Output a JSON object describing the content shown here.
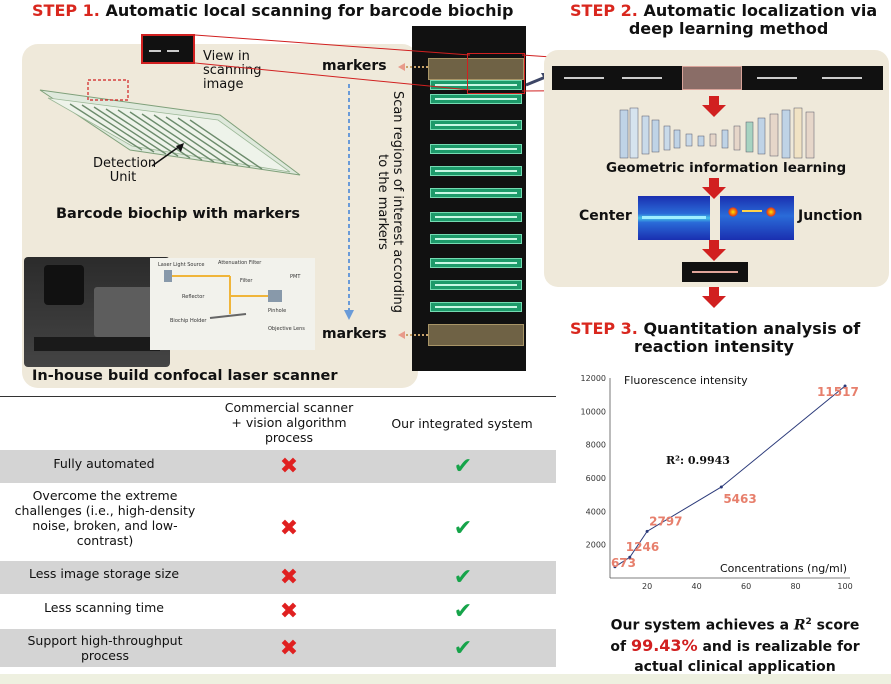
{
  "step1": {
    "step": "STEP 1.",
    "title": "Automatic local scanning for barcode biochip"
  },
  "step2": {
    "step": "STEP 2.",
    "title_line1": "Automatic localization via",
    "title_line2": "deep learning method"
  },
  "step3": {
    "step": "STEP 3.",
    "title_line1": "Quantitation analysis of",
    "title_line2": "reaction intensity"
  },
  "biochip": {
    "view_label_1": "View in",
    "view_label_2": "scanning",
    "view_label_3": "image",
    "detection_1": "Detection",
    "detection_2": "Unit",
    "caption": "Barcode biochip with markers"
  },
  "scanner": {
    "caption": "In-house build confocal laser scanner",
    "parts": [
      "Laser Light Source",
      "Attenuation Filter",
      "Filter",
      "PMT",
      "Reflector",
      "Pinhole",
      "Biochip Holder",
      "Objective Lens"
    ]
  },
  "scan": {
    "markers_top": "markers",
    "markers_bottom": "markers",
    "arrow_text_1": "Scan regions of interest according",
    "arrow_text_2": "to the markers"
  },
  "deep": {
    "geo_label": "Geometric information learning",
    "center_label": "Center",
    "junction_label": "Junction"
  },
  "table": {
    "col1": "Commercial scanner + vision algorithm process",
    "col2": "Our integrated system",
    "rows": [
      {
        "feature": "Fully automated"
      },
      {
        "feature": "Overcome the extreme challenges (i.e., high-density noise, broken, and low-contrast)"
      },
      {
        "feature": "Less image storage size"
      },
      {
        "feature": "Less scanning time"
      },
      {
        "feature": "Support high-throughput process"
      }
    ],
    "x_icon": "cross-icon",
    "check_icon": "checkmark-icon",
    "x_symbol": "✖",
    "check_symbol": "✔"
  },
  "chart_data": {
    "type": "line",
    "title": "Fluorescence intensity",
    "xlabel": "Concentrations (ng/ml)",
    "r2": "R²: 0.9943",
    "xticks": [
      "20",
      "40",
      "60",
      "80",
      "100"
    ],
    "yticks": [
      "2000",
      "4000",
      "6000",
      "8000",
      "10000",
      "12000"
    ],
    "xlim": [
      5,
      102
    ],
    "ylim": [
      0,
      12000
    ],
    "x": [
      7,
      13,
      20,
      50,
      100
    ],
    "y": [
      673,
      1246,
      2797,
      5463,
      11517
    ],
    "point_labels": [
      "673",
      "1246",
      "2797",
      "5463",
      "11517"
    ],
    "line_color": "#2b3a7a",
    "label_color": "#e77f6c"
  },
  "conclusion": {
    "line1_prefix": "Our system achieves a ",
    "r_symbol": "R",
    "r_sup": "2",
    "line1_suffix": " score",
    "line2_prefix": "of ",
    "percent": "99.43%",
    "line2_suffix": " and is realizable for",
    "line3": "actual clinical application"
  }
}
